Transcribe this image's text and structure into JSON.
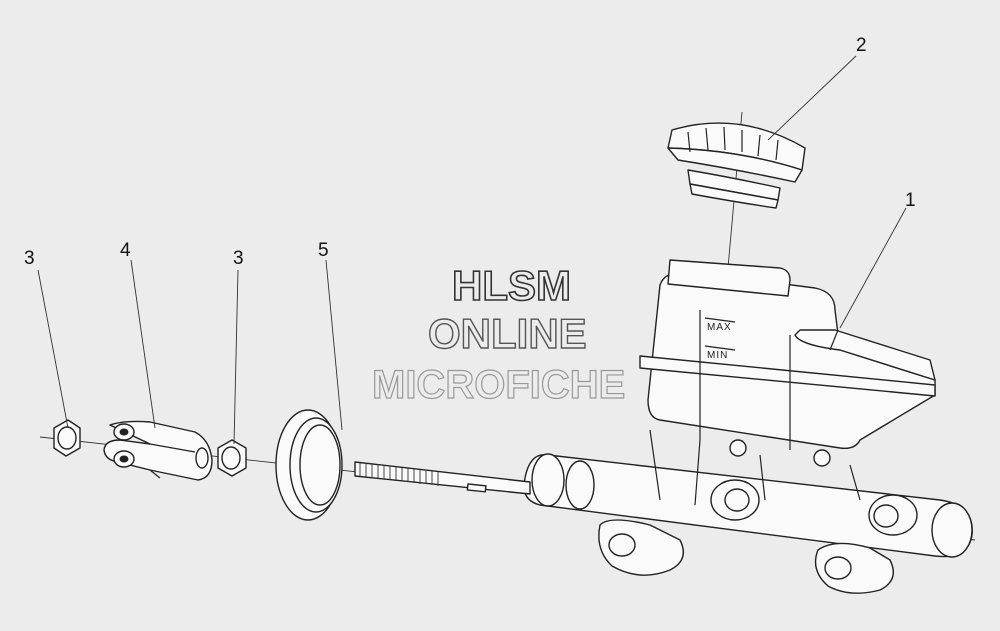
{
  "callouts": {
    "c1": "1",
    "c2": "2",
    "c3a": "3",
    "c4": "4",
    "c3b": "3",
    "c5": "5"
  },
  "watermark": {
    "line1": "HLSM",
    "line2": "ONLINE",
    "line3": "MICROFICHE"
  },
  "reservoir_marks": {
    "max": "MAX",
    "min": "MIN"
  },
  "colors": {
    "background": "#ececec",
    "ink": "#222222",
    "watermark": "#555555"
  }
}
